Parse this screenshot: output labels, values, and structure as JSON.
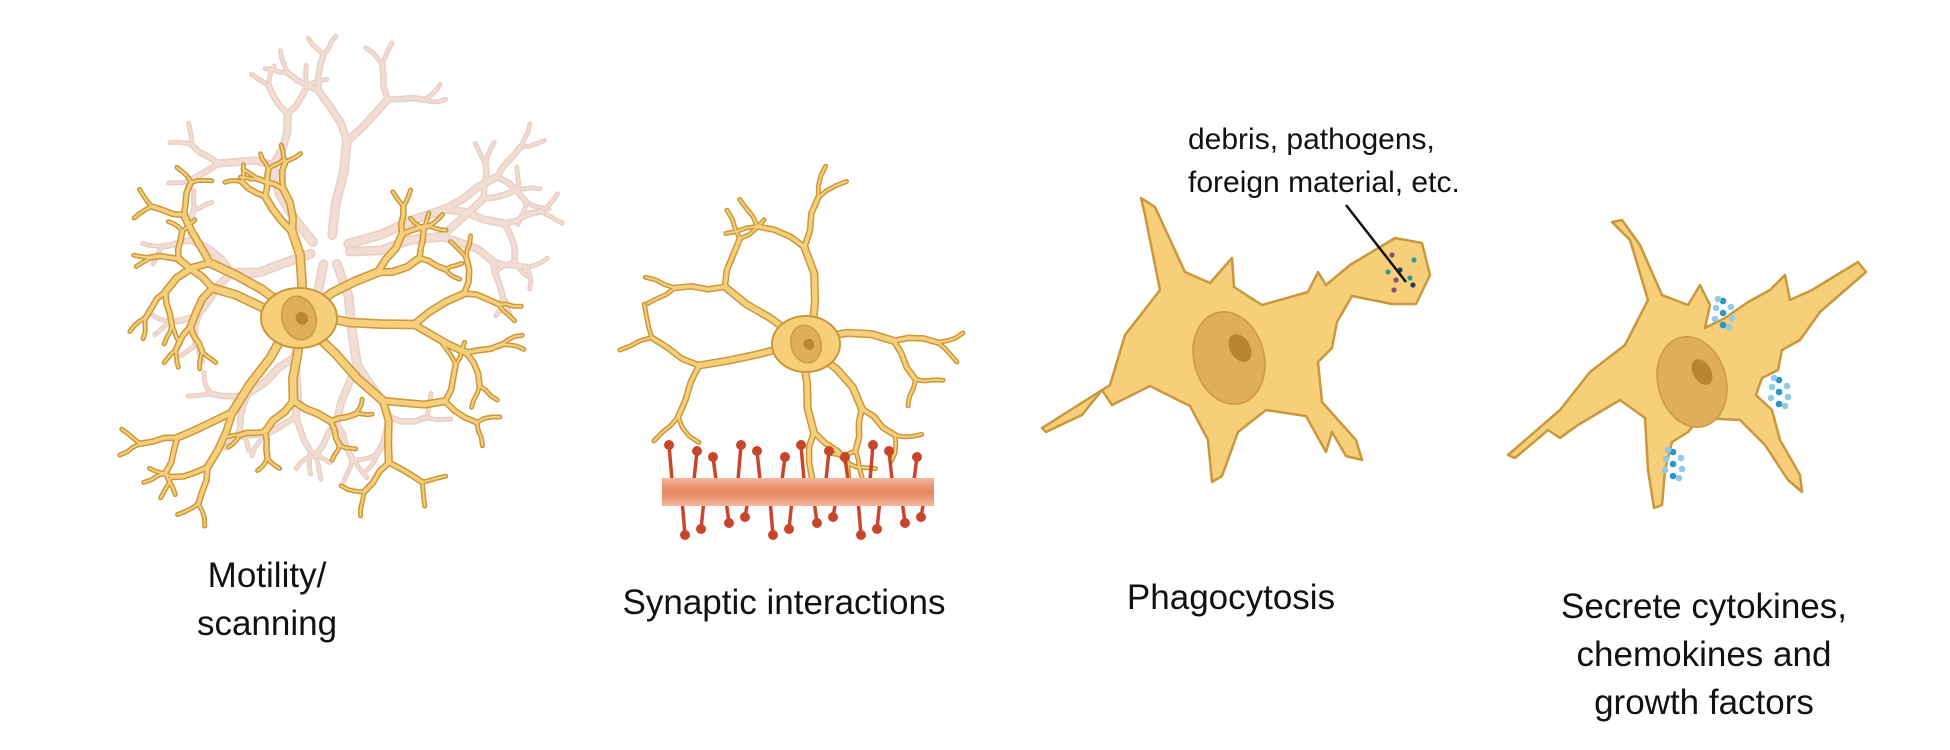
{
  "panels": [
    {
      "label_lines": [
        "Motility/",
        "scanning"
      ]
    },
    {
      "label_lines": [
        "Synaptic interactions"
      ]
    },
    {
      "label_lines": [
        "Phagocytosis"
      ],
      "annotation_lines": [
        "debris, pathogens,",
        "foreign material, etc."
      ]
    },
    {
      "label_lines": [
        "Secrete cytokines,",
        "chemokines and",
        "growth factors"
      ]
    }
  ],
  "colors": {
    "cell_fill": "#f7cf7a",
    "cell_outline": "#c9983c",
    "nucleus": "#dfae5c",
    "nucleolus": "#b98530",
    "faded_processes": "#f1ddd4",
    "axon": "#e8835c",
    "spines": "#c8452b",
    "cytokines": "#2e95c9"
  }
}
